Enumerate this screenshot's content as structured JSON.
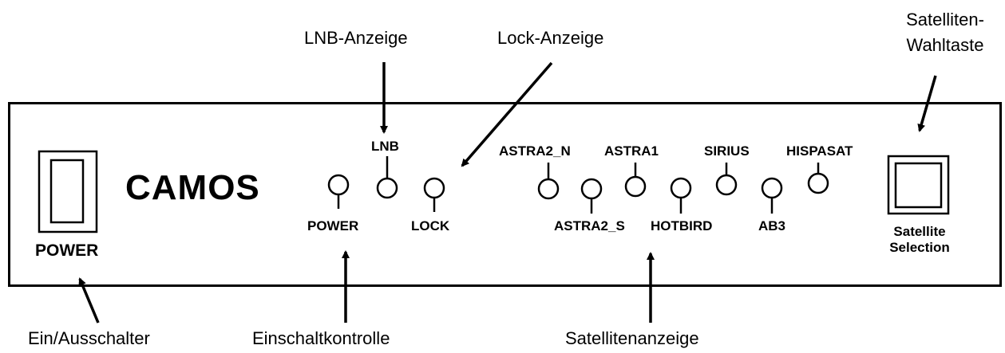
{
  "callouts": {
    "lnb": "LNB-Anzeige",
    "lock": "Lock-Anzeige",
    "satellite_select_line1": "Satelliten-",
    "satellite_select_line2": "Wahltaste",
    "power_switch": "Ein/Ausschalter",
    "power_control": "Einschaltkontrolle",
    "satellite_display": "Satellitenanzeige"
  },
  "device": {
    "brand": "CAMOS",
    "power_label": "POWER",
    "led_labels": {
      "lnb": "LNB",
      "power": "POWER",
      "lock": "LOCK"
    },
    "satellites": {
      "astra2_n": "ASTRA2_N",
      "astra1": "ASTRA1",
      "sirius": "SIRIUS",
      "hispasat": "HISPASAT",
      "astra2_s": "ASTRA2_S",
      "hotbird": "HOTBIRD",
      "ab3": "AB3"
    },
    "selection_line1": "Satellite",
    "selection_line2": "Selection"
  }
}
